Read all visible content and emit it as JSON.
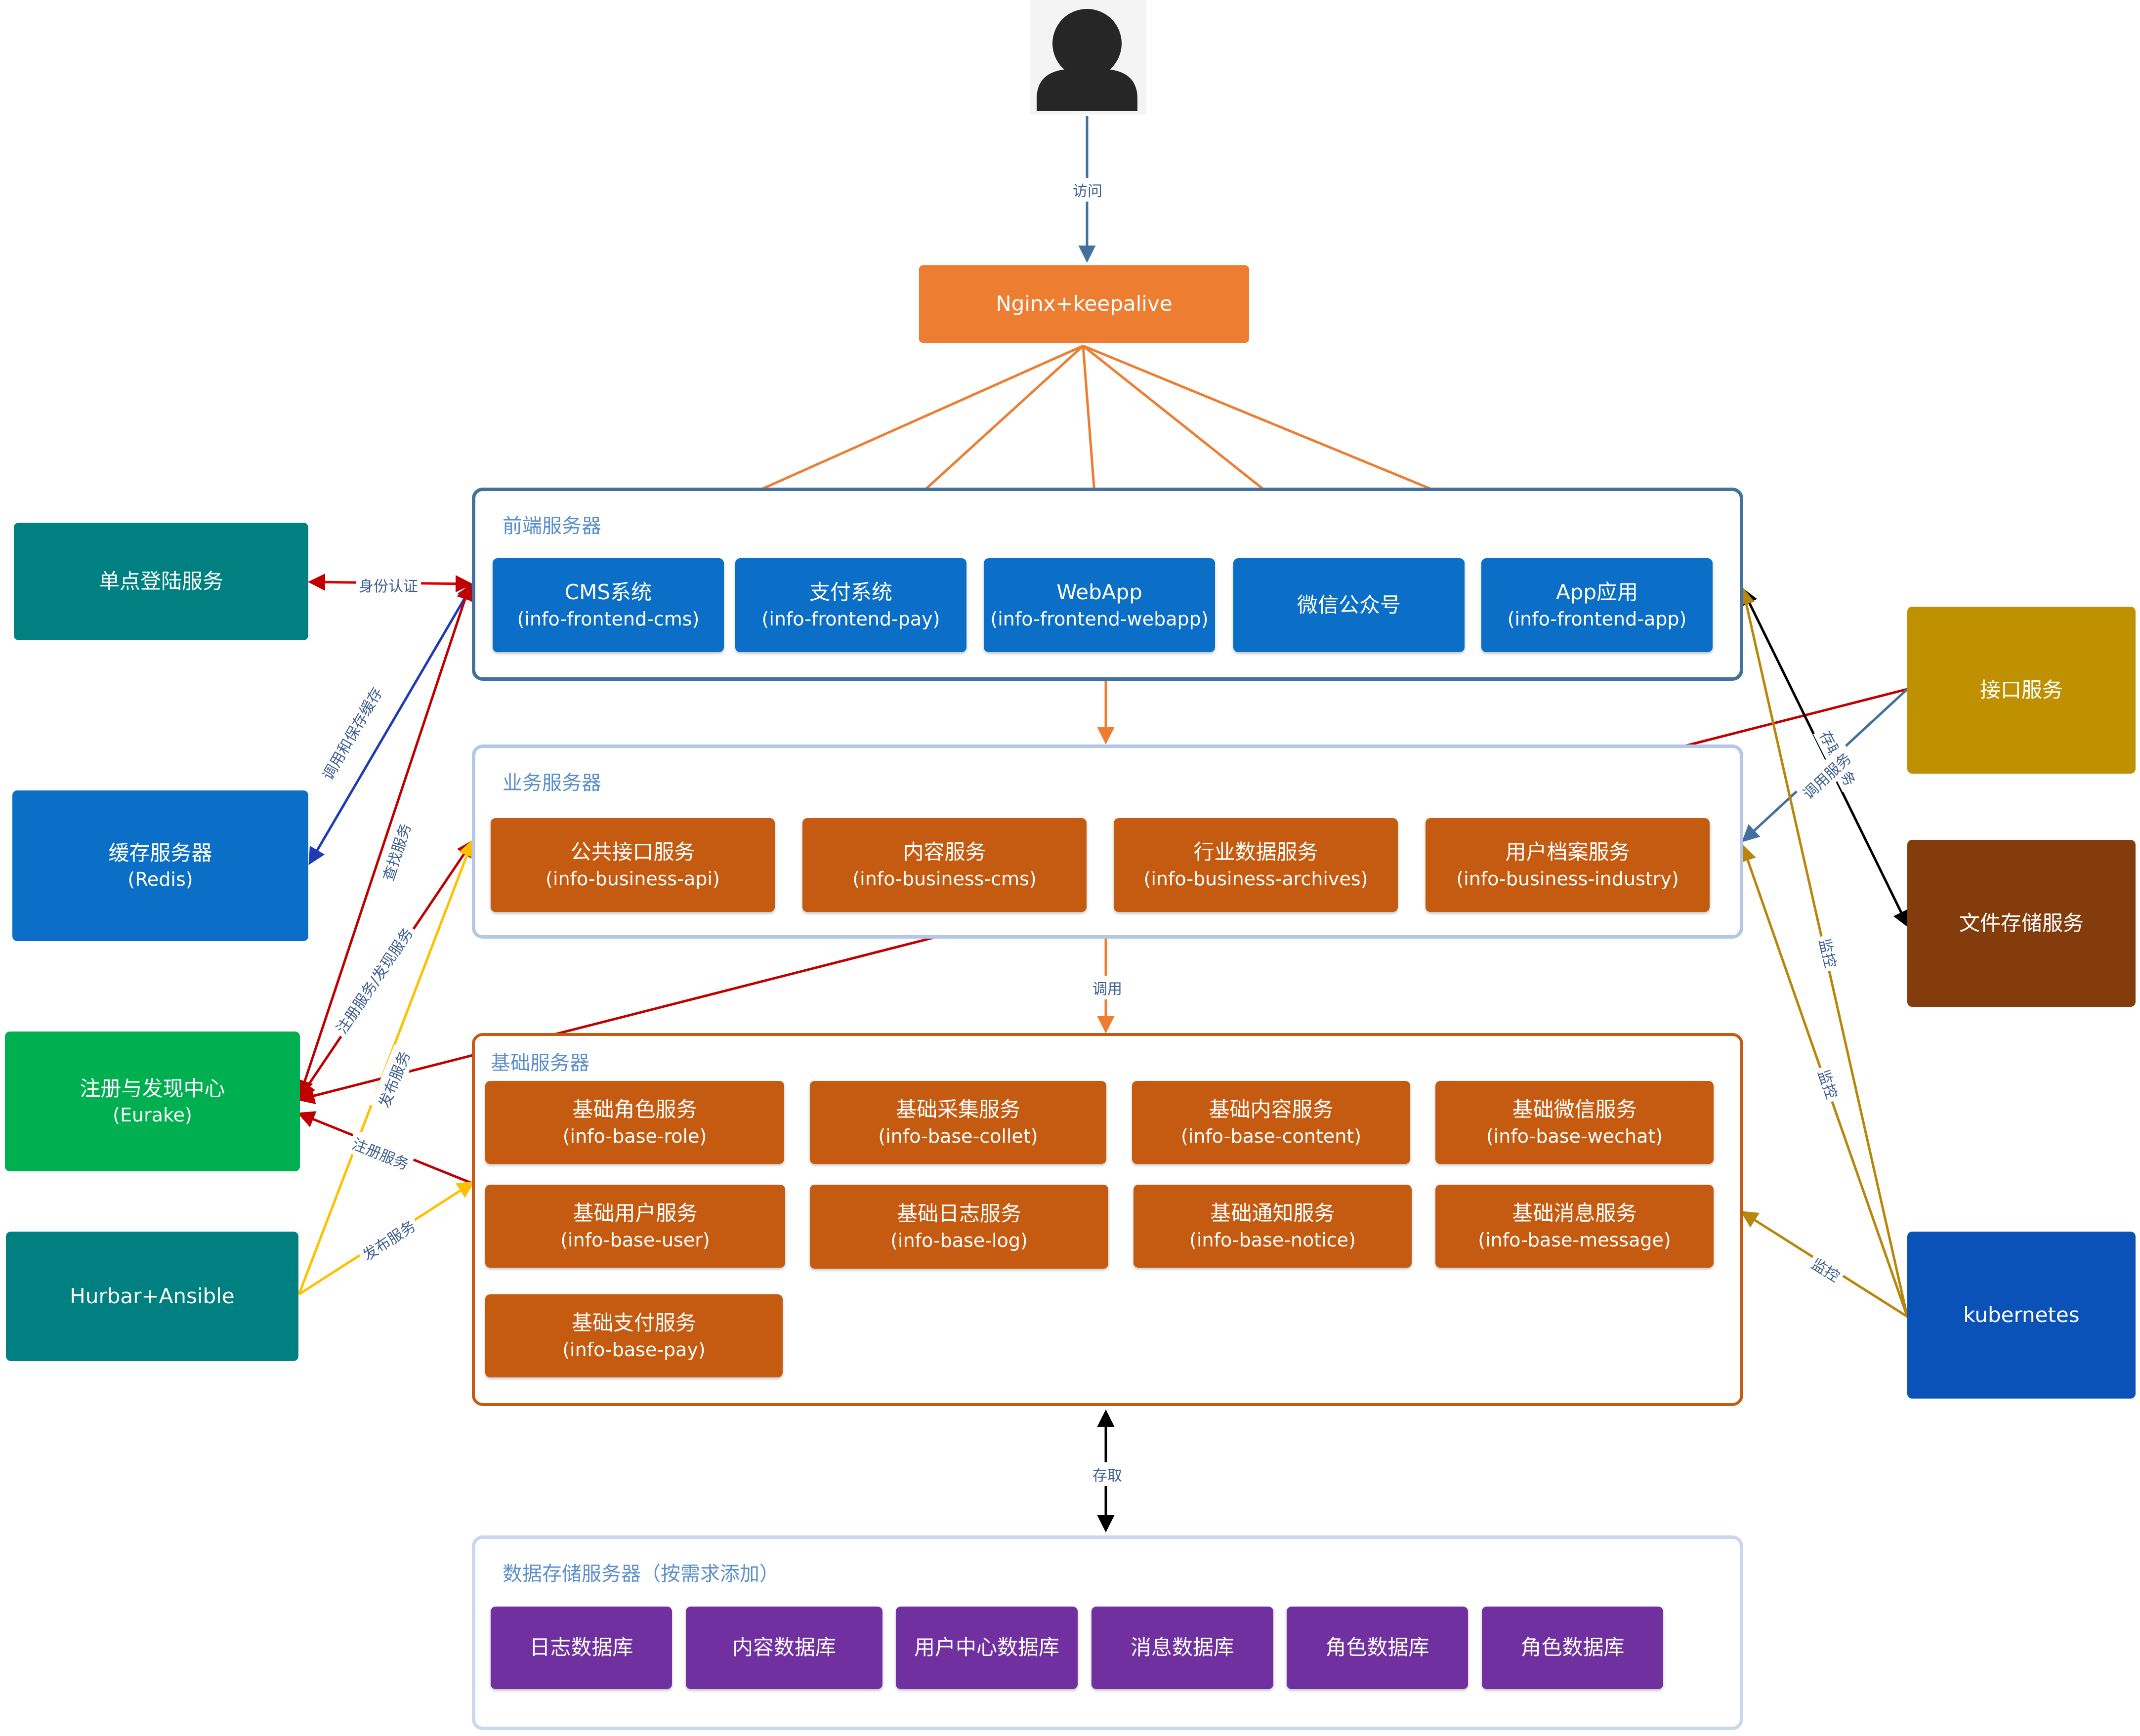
{
  "colors": {
    "orange": "#ed7d31",
    "front_blue": "#0b6fc7",
    "rust": "#c55a11",
    "purple": "#7030a0",
    "teal": "#008080",
    "green": "#00b050",
    "gold": "#bf9000",
    "brown": "#843c0c",
    "k8s_blue": "#0a52b8",
    "arrow_red": "#c00000",
    "arrow_gold": "#b8860b",
    "arrow_yellow": "#ffc000",
    "arrow_navy": "#1f3bb3",
    "arrow_steel": "#41719c"
  },
  "user": {
    "icon": "user-icon"
  },
  "nginx": {
    "label": "Nginx+keepalive"
  },
  "frontend": {
    "title": "前端服务器",
    "nodes": [
      {
        "name": "CMS系统",
        "id": "(info-frontend-cms)"
      },
      {
        "name": "支付系统",
        "id": "(info-frontend-pay)"
      },
      {
        "name": "WebApp",
        "id": "(info-frontend-webapp)"
      },
      {
        "name": "微信公众号",
        "id": ""
      },
      {
        "name": "App应用",
        "id": "(info-frontend-app)"
      }
    ]
  },
  "business": {
    "title": "业务服务器",
    "nodes": [
      {
        "name": "公共接口服务",
        "id": "(info-business-api)"
      },
      {
        "name": "内容服务",
        "id": "(info-business-cms)"
      },
      {
        "name": "行业数据服务",
        "id": "(info-business-archives)"
      },
      {
        "name": "用户档案服务",
        "id": "(info-business-industry)"
      }
    ]
  },
  "base": {
    "title": "基础服务器",
    "nodes": [
      {
        "name": "基础角色服务",
        "id": "(info-base-role)"
      },
      {
        "name": "基础采集服务",
        "id": "(info-base-collet)"
      },
      {
        "name": "基础内容服务",
        "id": "(info-base-content)"
      },
      {
        "name": "基础微信服务",
        "id": "(info-base-wechat)"
      },
      {
        "name": "基础用户服务",
        "id": "(info-base-user)"
      },
      {
        "name": "基础日志服务",
        "id": "(info-base-log)"
      },
      {
        "name": "基础通知服务",
        "id": "(info-base-notice)"
      },
      {
        "name": "基础消息服务",
        "id": "(info-base-message)"
      },
      {
        "name": "基础支付服务",
        "id": "(info-base-pay)"
      }
    ]
  },
  "storage": {
    "title": "数据存储服务器（按需求添加）",
    "nodes": [
      "日志数据库",
      "内容数据库",
      "用户中心数据库",
      "消息数据库",
      "角色数据库",
      "角色数据库"
    ]
  },
  "left": {
    "sso": {
      "label": "单点登陆服务"
    },
    "cache": {
      "name": "缓存服务器",
      "id": "(Redis)"
    },
    "registry": {
      "name": "注册与发现中心",
      "id": "(Eurake)"
    },
    "deploy": {
      "label": "Hurbar+Ansible"
    }
  },
  "right": {
    "api": {
      "label": "接口服务"
    },
    "file": {
      "label": "文件存储服务"
    },
    "k8s": {
      "label": "kubernetes"
    }
  },
  "edge_labels": {
    "visit": "访问",
    "auth": "身份认证",
    "cache_call": "调用和保存缓存",
    "find_service": "查找服务",
    "register_discover": "注册服务/发现服务",
    "publish_top": "发布服务",
    "register": "注册服务",
    "publish_bottom": "发布服务",
    "call": "调用",
    "access": "存取",
    "discover_short": "现服",
    "file_access": "存取服务",
    "call_service": "调用服务",
    "monitor_1": "监控",
    "monitor_2": "监控",
    "monitor_3": "监控"
  }
}
